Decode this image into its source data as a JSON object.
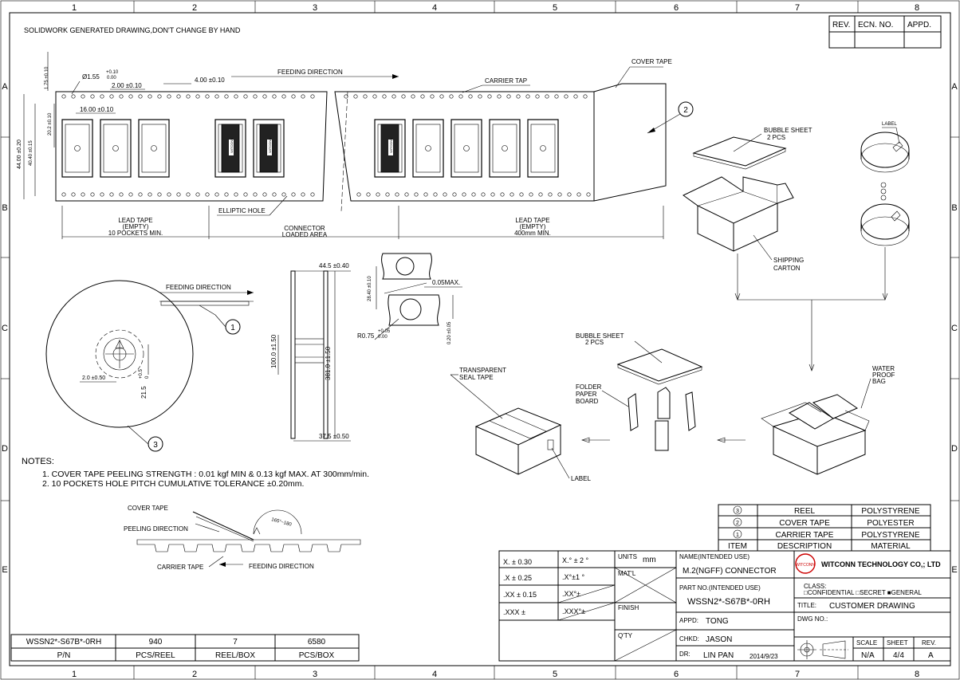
{
  "border": {
    "columns": [
      "1",
      "2",
      "3",
      "4",
      "5",
      "6",
      "7",
      "8"
    ],
    "rows": [
      "A",
      "B",
      "C",
      "D",
      "E"
    ]
  },
  "header_note": "SOLIDWORK GENERATED DRAWING,DON'T CHANGE BY HAND",
  "revision_table": {
    "rev": "REV.",
    "ecn": "ECN. NO.",
    "appd": "APPD."
  },
  "tape": {
    "feeding_direction": "FEEDING DIRECTION",
    "cover_tape": "COVER TAPE",
    "carrier_tap": "CARRIER TAP",
    "elliptic_hole": "ELLIPTIC HOLE",
    "callout_2": "2",
    "lead_tape_empty_1": [
      "LEAD TAPE",
      "(EMPTY)",
      "10 POCKETS  MIN."
    ],
    "connector_loaded": [
      "CONNECTOR",
      "LOADED AREA"
    ],
    "lead_tape_empty_2": [
      "LEAD TAPE",
      "(EMPTY)",
      "400mm  MIN."
    ],
    "dims": {
      "d175": "1.75 ±0.10",
      "hole": "Ø1.55",
      "hole_tol_plus": "+0.10",
      "hole_tol_minus": "0.00",
      "d200": "2.00 ±0.10",
      "d400": "4.00 ±0.10",
      "d1600": "16.00 ±0.10",
      "d202": "20.2 ±0.10",
      "d4040": "40.40 ±0.15",
      "d4400": "44.00 ±0.20"
    },
    "pocket_label": "WITCONN"
  },
  "reel": {
    "feeding_direction": "FEEDING DIRECTION",
    "callout_1": "1",
    "callout_3": "3",
    "d20": "2.0 ±0.50",
    "d215": "21.5",
    "d215_tol_plus": "+0.5",
    "d215_tol_minus": "0"
  },
  "reel_side": {
    "d445": "44.5 ±0.40",
    "d1000": "100.0 ±1.50",
    "d3810": "381.0 ±1.50",
    "d375": "37.5 ±0.50"
  },
  "detail": {
    "d2840": "28.40 ±0.10",
    "d005": "0.05MAX.",
    "r075": "R0.75",
    "r075_tol_plus": "+0.05",
    "r075_tol_minus": "0.00",
    "d020": "0.20 ±0.05"
  },
  "packing": {
    "bubble_sheet_1": [
      "BUBBLE SHEET",
      "2 PCS"
    ],
    "shipping_carton": [
      "SHIPPING",
      "CARTON"
    ],
    "label_top": "LABEL",
    "bubble_sheet_2": [
      "BUBBLE SHEET",
      "2 PCS"
    ],
    "transparent_seal": [
      "TRANSPARENT",
      "SEAL TAPE"
    ],
    "folder_paper": [
      "FOLDER",
      "PAPER",
      "BOARD"
    ],
    "water_proof": [
      "WATER",
      "PROOF",
      "BAG"
    ],
    "label_bottom": "LABEL"
  },
  "notes": {
    "title": "NOTES:",
    "items": [
      "1. COVER TAPE PEELING STRENGTH : 0.01 kgf MIN & 0.13 kgf MAX. AT 300mm/min.",
      "2. 10 POCKETS HOLE PITCH CUMULATIVE TOLERANCE ±0.20mm."
    ]
  },
  "peel": {
    "cover_tape": "COVER TAPE",
    "peeling_direction": "PEELING DIRECTION",
    "carrier_tape": "CARRIER TAPE",
    "feeding_direction": "FEEDING DIRECTION",
    "angle": "165°~180"
  },
  "bom": {
    "rows": [
      {
        "no": "3",
        "desc": "REEL",
        "material": "POLYSTYRENE"
      },
      {
        "no": "2",
        "desc": "COVER TAPE",
        "material": "POLYESTER"
      },
      {
        "no": "1",
        "desc": "CARRIER TAPE",
        "material": "POLYSTYRENE"
      }
    ],
    "header": {
      "item": "ITEM",
      "desc": "DESCRIPTION",
      "material": "MATERIAL"
    }
  },
  "tolerance": {
    "r1a": "X. ± 0.30",
    "r1b": "X.° ± 2 °",
    "r2a": ".X ± 0.25",
    "r2b": ".X°±1 °",
    "r3a": ".XX ± 0.15",
    "r3b": ".XX°±",
    "r4a": ".XXX ±",
    "r4b": ".XXX°±"
  },
  "title_block": {
    "units_label": "UNITS",
    "units_value": "mm",
    "matl": "MAT'L",
    "finish": "FINISH",
    "qty": "Q'TY",
    "name_label": "NAME(INTENDED USE)",
    "name_value": "M.2(NGFF) CONNECTOR",
    "part_label": "PART NO.(INTENDED USE)",
    "part_value": "WSSN2*-S67B*-0RH",
    "appd_label": "APPD:",
    "appd_value": "TONG",
    "chkd_label": "CHKD:",
    "chkd_value": "JASON",
    "dr_label": "DR:",
    "dr_value": "LIN PAN",
    "date": "2014/9/23",
    "company_logo": "WITCONN",
    "company": "WITCONN TECHNOLOGY CO,; LTD",
    "class_label": "CLASS:",
    "class_options": "□CONFIDENTIAL  □SECRET  ■GENERAL",
    "title_label": "TITLE:",
    "title_value": "CUSTOMER DRAWING",
    "dwg_label": "DWG NO.:",
    "scale_label": "SCALE",
    "sheet_label": "SHEET",
    "rev_label": "REV.",
    "scale_value": "N/A",
    "sheet_value": "4/4",
    "rev_value": "A"
  },
  "pn_table": {
    "values": [
      "WSSN2*-S67B*-0RH",
      "940",
      "7",
      "6580"
    ],
    "headers": [
      "P/N",
      "PCS/REEL",
      "REEL/BOX",
      "PCS/BOX"
    ]
  }
}
